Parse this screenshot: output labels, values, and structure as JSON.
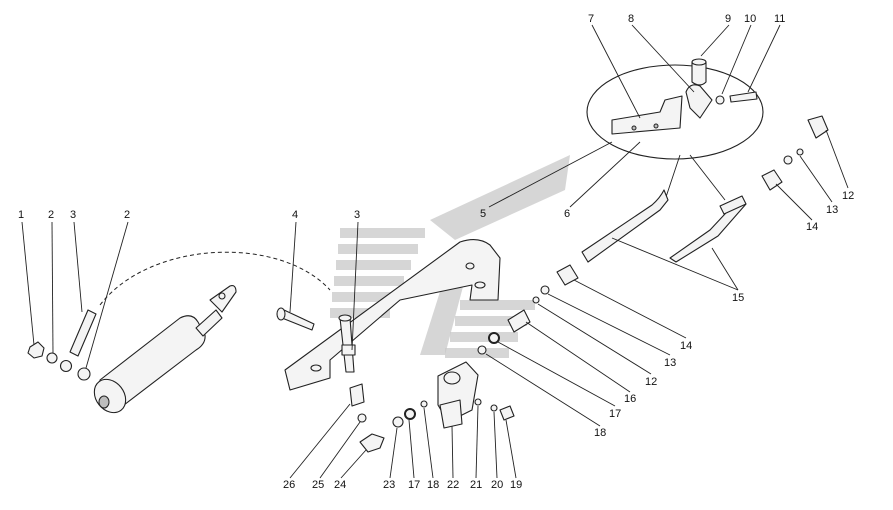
{
  "figure": {
    "background": "#ffffff",
    "ink": "#222222",
    "watermark_color": "#c8c8c8"
  },
  "callouts": [
    "1",
    "2",
    "3",
    "2",
    "4",
    "3",
    "5",
    "6",
    "7",
    "8",
    "9",
    "10",
    "11",
    "12",
    "13",
    "14",
    "15",
    "14",
    "13",
    "12",
    "16",
    "17",
    "18",
    "26",
    "25",
    "24",
    "23",
    "17",
    "18",
    "22",
    "21",
    "20",
    "19"
  ]
}
